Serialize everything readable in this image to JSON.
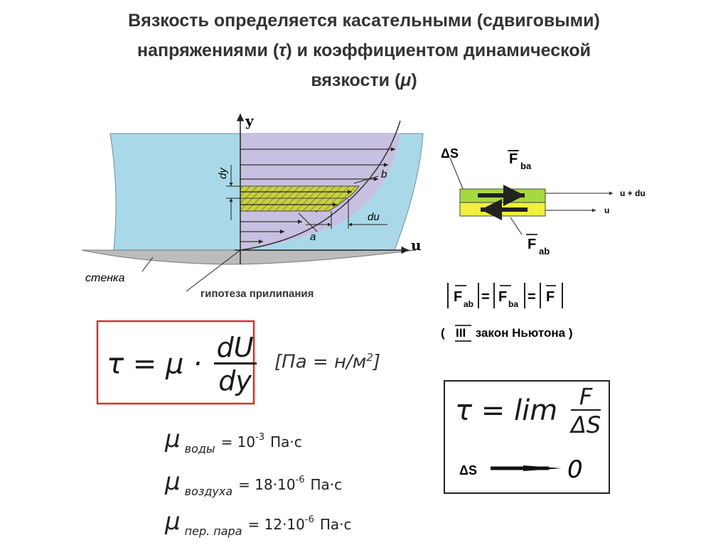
{
  "title": {
    "line1": "Вязкость определяется касательными (сдвиговыми)",
    "line2_pre": "напряжениями (",
    "line2_tau": "τ",
    "line2_post": ") и коэффициентом  динамической",
    "line3_pre": "вязкости (",
    "line3_mu": "μ",
    "line3_post": ")"
  },
  "diagram": {
    "axis_y": "y",
    "axis_u": "u",
    "label_dy": "dy",
    "label_b": "b",
    "label_du": "du",
    "label_a": "a",
    "label_wall": "стенка",
    "label_hypothesis": "гипотеза прилипания",
    "colors": {
      "liquid": "#a9d9e8",
      "layers": "#c8c0e0",
      "stripe": "#c8d23a",
      "wall": "#bcbcbc"
    }
  },
  "element": {
    "label_dS": "ΔS",
    "label_F_ba": "F",
    "label_F_ba_sub": "ba",
    "label_F_ab": "F",
    "label_F_ab_sub": "ab",
    "label_u_du": "u + du",
    "label_u": "u",
    "colors": {
      "top": "#a8d840",
      "bottom": "#f2f03c"
    }
  },
  "newton": {
    "F_ab": "F",
    "F_ab_sub": "ab",
    "F_ba": "F",
    "F_ba_sub": "ba",
    "F": "F",
    "eq": "=",
    "law_open": "( ",
    "law_roman": "III",
    "law_text": " закон Ньютона )"
  },
  "formula": {
    "lhs": "τ = μ ·",
    "num": "dU",
    "den": "dy",
    "units": "[Па = н/м",
    "units_sup": "2",
    "units_close": "]",
    "border_color": "#d9302a"
  },
  "limit": {
    "lhs": "τ = lim",
    "num": "F",
    "den": "ΔS",
    "dS": "ΔS",
    "zero": "0"
  },
  "viscosities": [
    {
      "mu": "μ",
      "sub": "воды",
      "val": "= 10",
      "exp": "-3",
      "unit": "Па·с"
    },
    {
      "mu": "μ",
      "sub": "воздуха",
      "val": "= 18·10",
      "exp": "-6",
      "unit": "Па·с"
    },
    {
      "mu": "μ",
      "sub": "пер. пара",
      "val": "= 12·10",
      "exp": "-6",
      "unit": "Па·с"
    }
  ]
}
